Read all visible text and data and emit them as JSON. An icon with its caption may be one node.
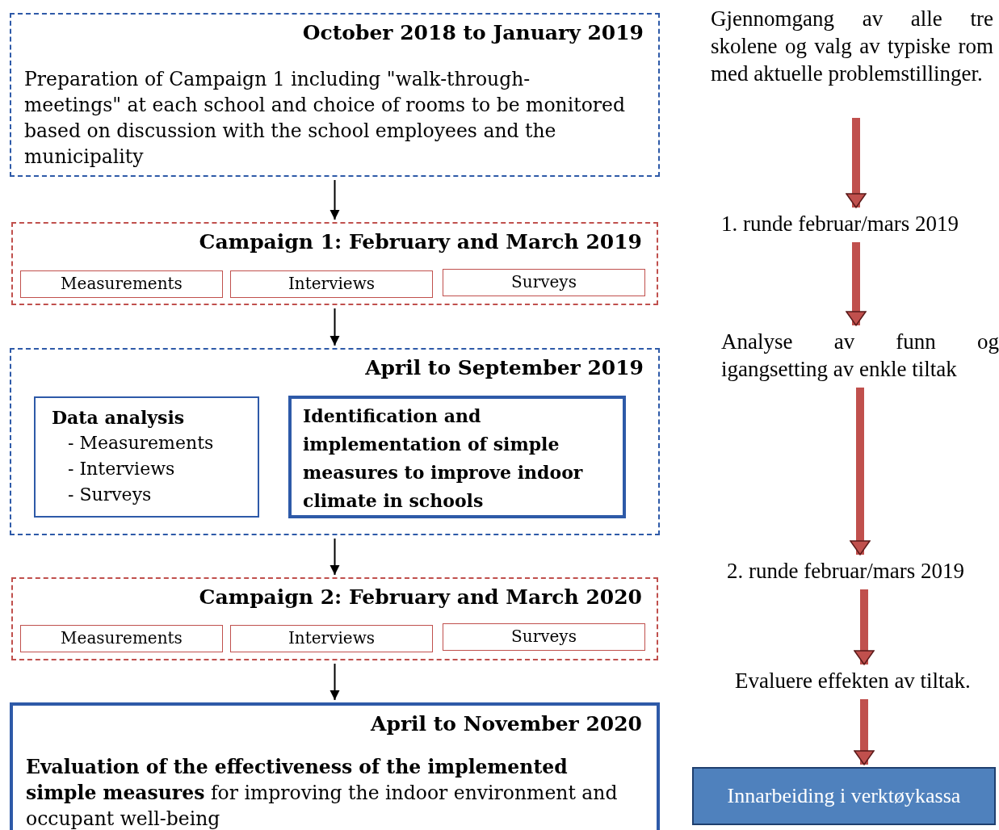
{
  "diagram": {
    "nodes": [
      {
        "text": [
          "October 2018 to January 2019",
          "Preparation of Campaign 1 including \"walk-through-meetings\" at each school and choice of rooms to be monitored based on discussion with the school employees and the municipality"
        ]
      },
      {
        "text": [
          "Campaign 1: February and March 2019"
        ]
      },
      {
        "text": [
          "Measurements"
        ],
        "in": 1
      },
      {
        "text": [
          "Interviews"
        ],
        "in": 1
      },
      {
        "text": [
          "Surveys"
        ],
        "in": 1
      },
      {
        "text": [
          "April to September 2019"
        ]
      },
      {
        "text": [
          "Data analysis",
          "- Measurements",
          "- Interviews",
          "- Surveys"
        ],
        "in": 5
      },
      {
        "text": [
          "Identification and implementation of simple measures to improve indoor climate in schools"
        ],
        "in": 5
      },
      {
        "text": [
          "Campaign 2: February and March 2020"
        ]
      },
      {
        "text": [
          "Measurements"
        ],
        "in": 8
      },
      {
        "text": [
          "Interviews"
        ],
        "in": 8
      },
      {
        "text": [
          "Surveys"
        ],
        "in": 8
      },
      {
        "text": [
          "April to November 2020",
          "**Evaluation of the effectiveness of the implemented simple measures** for improving the indoor environment and occupant well-being"
        ]
      },
      {
        "text": [
          "Gjennomgang av alle tre skolene og valg av typiske rom med aktuelle problemstillinger."
        ]
      },
      {
        "text": [
          "1. runde februar/mars 2019"
        ]
      },
      {
        "text": [
          "Analyse av funn og igangsetting av enkle tiltak"
        ]
      },
      {
        "text": [
          "2. runde februar/mars 2019"
        ]
      },
      {
        "text": [
          "Evaluere effekten av tiltak."
        ]
      },
      {
        "text": [
          "Innarbeiding i verktøykassa"
        ]
      }
    ],
    "edges": [
      {
        "from": 0,
        "to": 1,
        "arrow": "to",
        "color": "#000000"
      },
      {
        "from": 1,
        "to": 5,
        "arrow": "to",
        "color": "#000000"
      },
      {
        "from": 5,
        "to": 8,
        "arrow": "to",
        "color": "#000000"
      },
      {
        "from": 8,
        "to": 12,
        "arrow": "to",
        "color": "#000000"
      },
      {
        "from": 13,
        "to": 14,
        "arrow": "to"
      },
      {
        "from": 14,
        "to": 15,
        "arrow": "to"
      },
      {
        "from": 15,
        "to": 16,
        "arrow": "to"
      },
      {
        "from": 16,
        "to": 17,
        "arrow": "to"
      },
      {
        "from": 17,
        "to": 18,
        "arrow": "to"
      }
    ]
  }
}
